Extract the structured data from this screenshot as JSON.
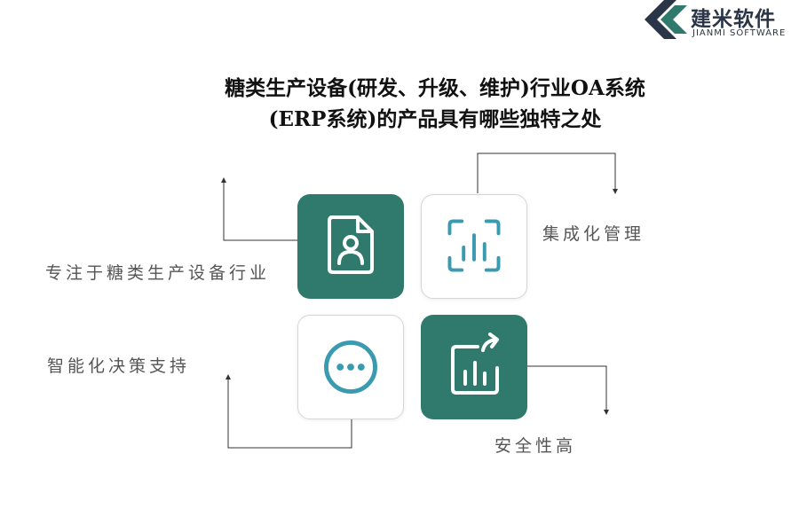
{
  "brand": {
    "name": "建米软件",
    "subtitle": "JIANMI SOFTWARE",
    "color": "#2a3548"
  },
  "title": {
    "line1": "糖类生产设备(研发、升级、维护)行业OA系统",
    "line2": "(ERP系统)的产品具有哪些独特之处"
  },
  "features": [
    {
      "label": "专注于糖类生产设备行业",
      "icon": "document-user-icon",
      "tile": "dark"
    },
    {
      "label": "集成化管理",
      "icon": "bar-chart-frame-icon",
      "tile": "light"
    },
    {
      "label": "智能化决策支持",
      "icon": "more-dots-icon",
      "tile": "light"
    },
    {
      "label": "安全性高",
      "icon": "chart-export-icon",
      "tile": "dark"
    }
  ],
  "colors": {
    "tile_dark": "#2f7a6c",
    "icon_light": "#3a9bb0",
    "connector": "#333333",
    "label": "#555555"
  }
}
